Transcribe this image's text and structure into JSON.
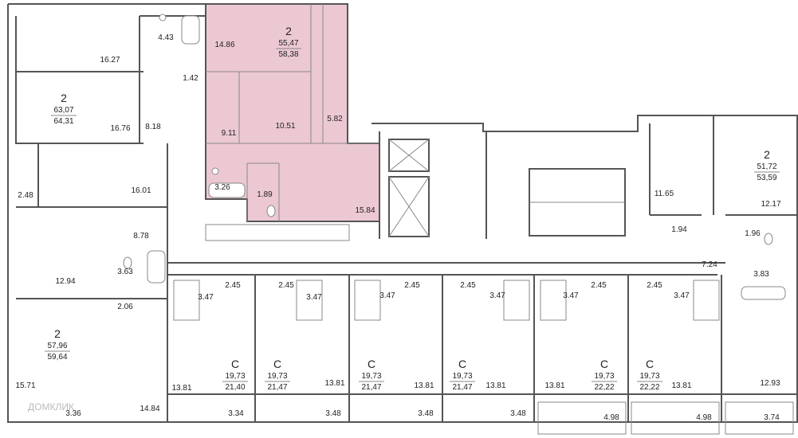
{
  "colors": {
    "highlight": "#ecc8d3",
    "wall": "#555555",
    "line": "#888888"
  },
  "highlighted_apartment": {
    "rooms": "2",
    "area_living": "55,47",
    "area_total": "58,38"
  },
  "apartments": [
    {
      "id": "a1",
      "rooms": "2",
      "area_living": "63,07",
      "area_total": "64,31"
    },
    {
      "id": "a2",
      "rooms": "2",
      "area_living": "51,72",
      "area_total": "53,59"
    },
    {
      "id": "a3",
      "rooms": "2",
      "area_living": "57,96",
      "area_total": "59,64"
    },
    {
      "id": "s1",
      "rooms": "С",
      "area_living": "19,73",
      "area_total": "21,40"
    },
    {
      "id": "s2",
      "rooms": "С",
      "area_living": "19,73",
      "area_total": "21,47"
    },
    {
      "id": "s3",
      "rooms": "С",
      "area_living": "19,73",
      "area_total": "21,47"
    },
    {
      "id": "s4",
      "rooms": "С",
      "area_living": "19,73",
      "area_total": "21,47"
    },
    {
      "id": "s5",
      "rooms": "С",
      "area_living": "19,73",
      "area_total": "22,22"
    },
    {
      "id": "s6",
      "rooms": "С",
      "area_living": "19,73",
      "area_total": "22,22"
    }
  ],
  "room_areas": {
    "r1": "4.43",
    "r2": "16.27",
    "r3": "1.42",
    "r4": "16.76",
    "r5": "8.18",
    "r6": "14.86",
    "r7": "5.82",
    "r8": "10.51",
    "r9": "9.11",
    "r10": "16.01",
    "r11": "2.48",
    "r12": "3.26",
    "r13": "1.89",
    "r14": "15.84",
    "r15": "11.65",
    "r16": "12.17",
    "r17": "1.94",
    "r18": "1.96",
    "r19": "8.78",
    "r20": "7.24",
    "r21": "3.83",
    "r22": "12.94",
    "r23": "3.63",
    "r24": "2.06",
    "r25": "3.47",
    "r26": "2.45",
    "r27": "2.45",
    "r28": "3.47",
    "r29": "3.47",
    "r30": "2.45",
    "r31": "2.45",
    "r32": "3.47",
    "r33": "3.47",
    "r34": "2.45",
    "r35": "2.45",
    "r36": "3.47",
    "r37": "15.71",
    "r38": "13.81",
    "r39": "13.81",
    "r40": "13.81",
    "r41": "13.81",
    "r42": "13.81",
    "r43": "13.81",
    "r44": "12.93",
    "r45": "3.36",
    "r46": "14.84",
    "r47": "3.34",
    "r48": "3.48",
    "r49": "3.48",
    "r50": "3.48",
    "r51": "4.98",
    "r52": "4.98",
    "r53": "3.74"
  },
  "watermark": "ДОМКЛИК"
}
